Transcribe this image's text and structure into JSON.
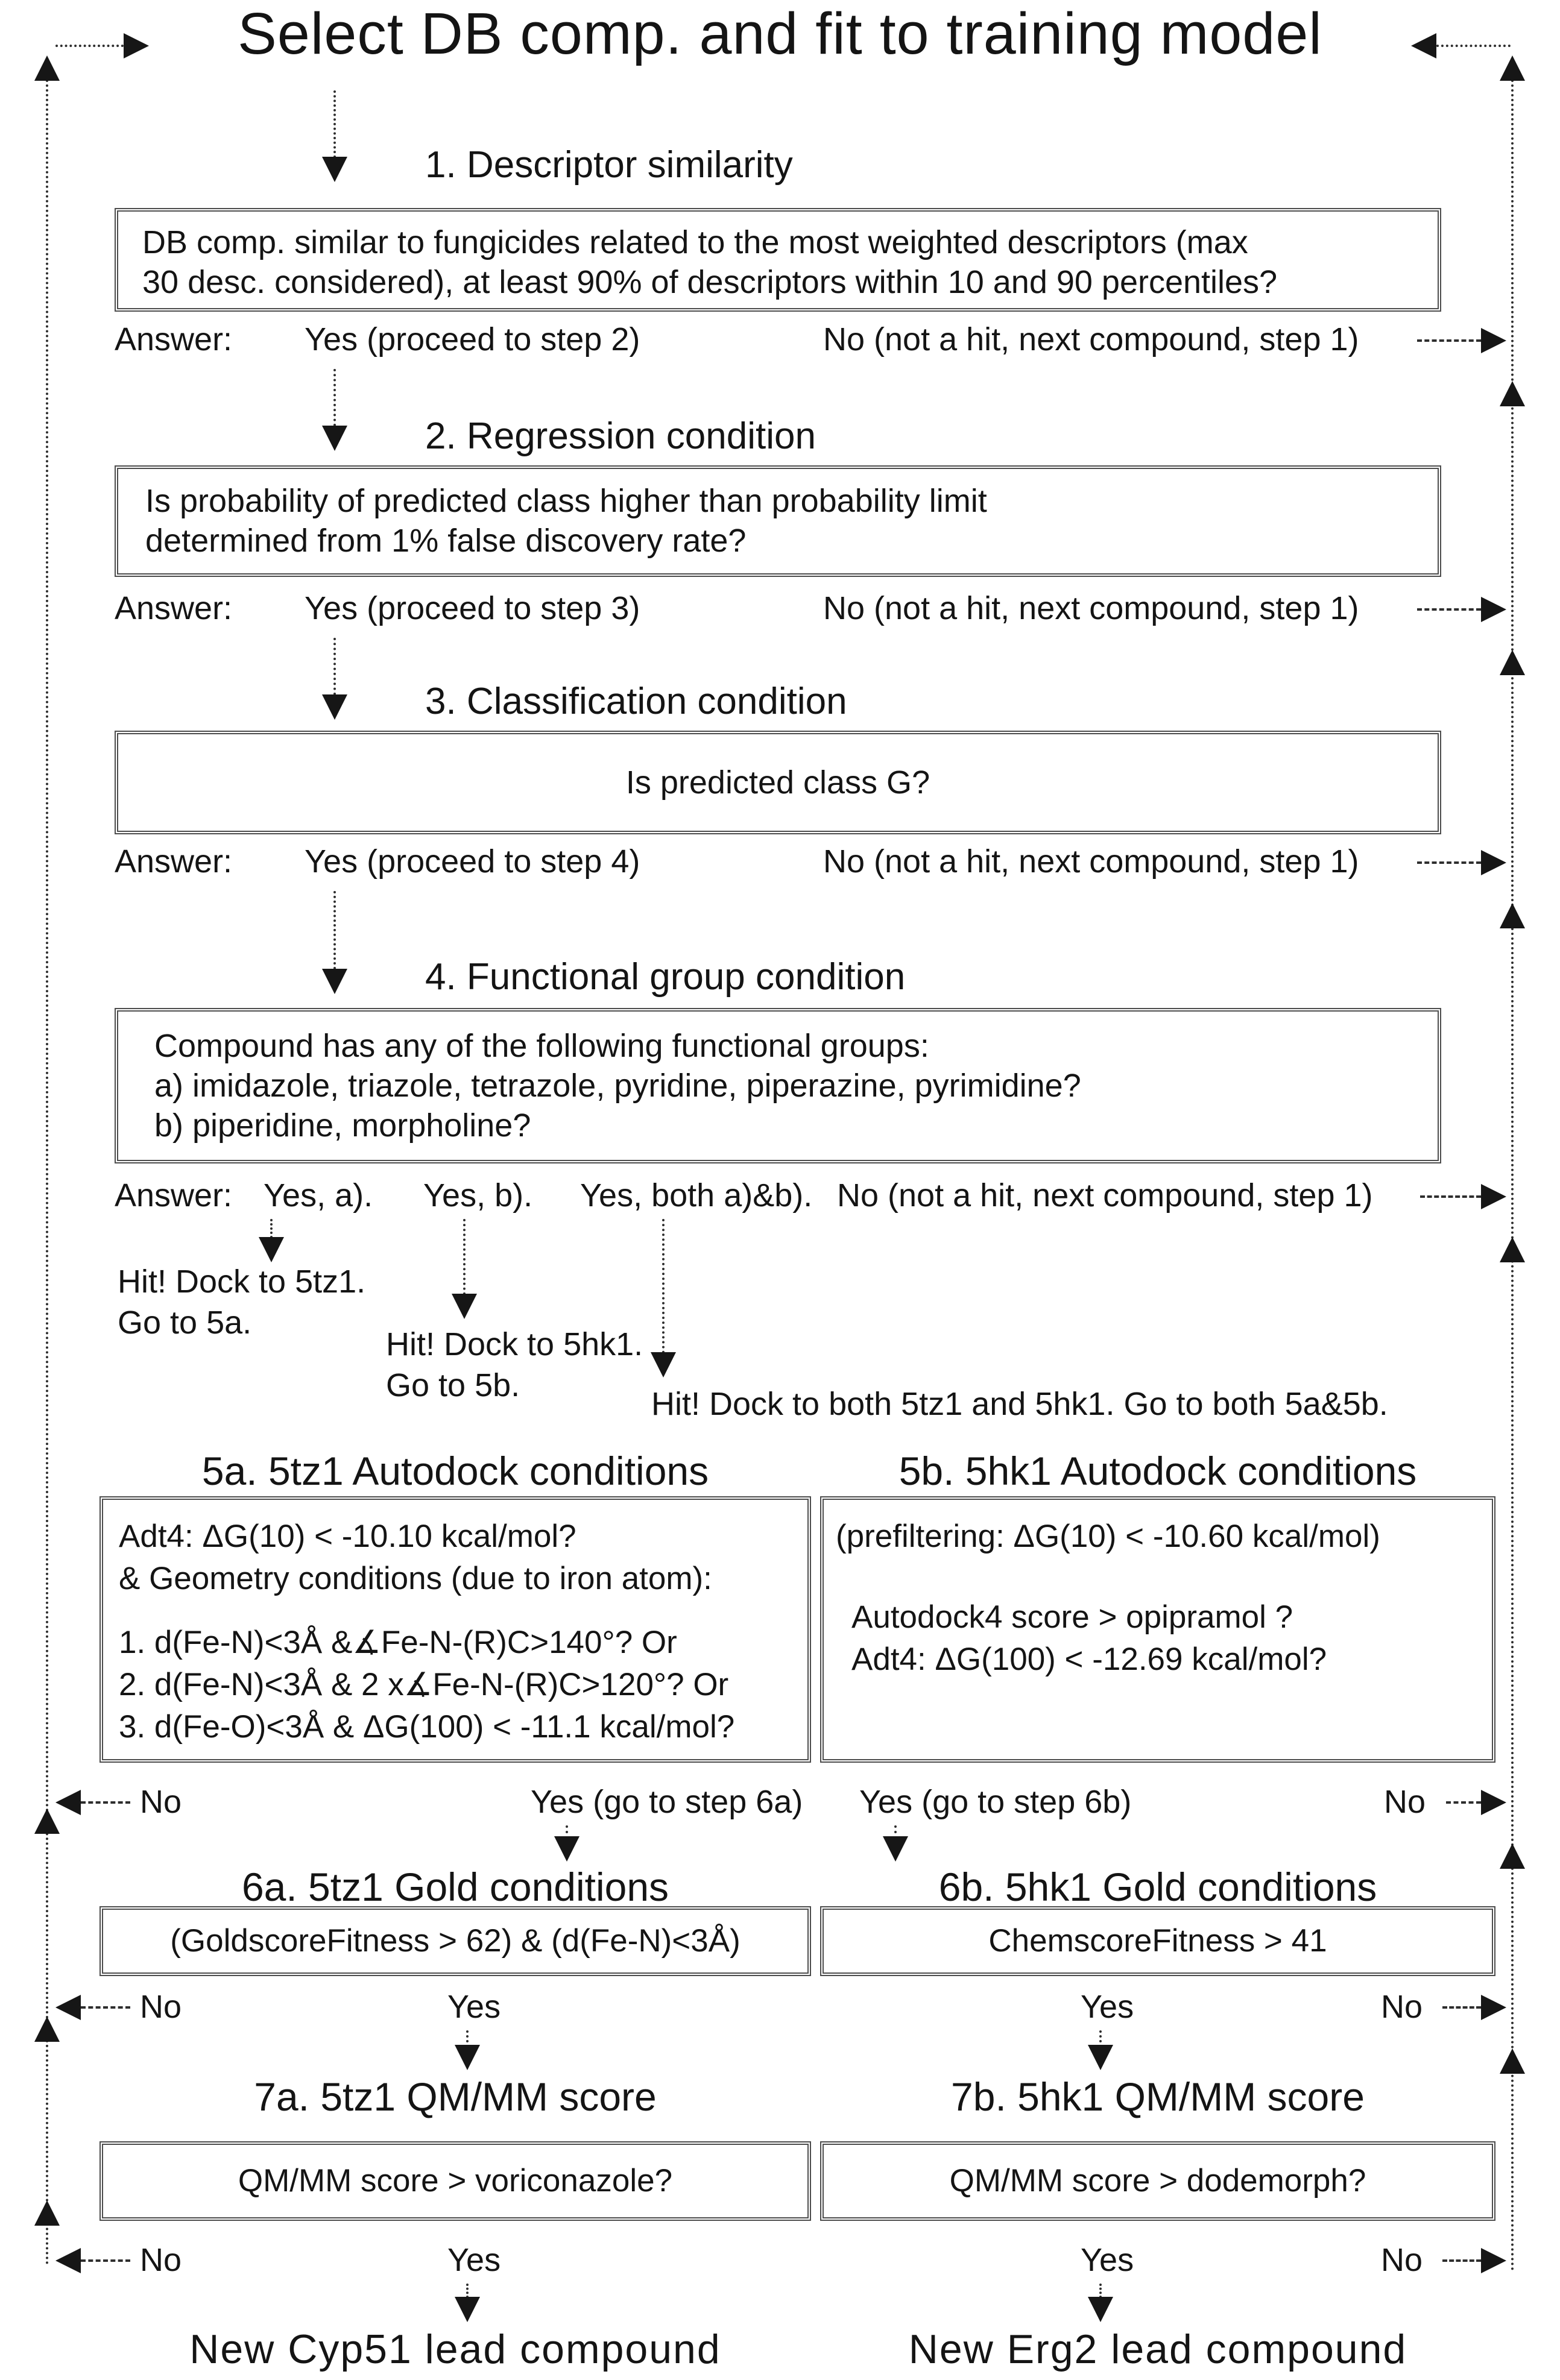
{
  "title": "Select DB comp. and fit to training model",
  "steps": [
    {
      "heading": "1. Descriptor similarity",
      "line1": "DB comp. similar to fungicides related to the most weighted descriptors (max",
      "line2": "30 desc. considered), at least 90% of descriptors within 10 and 90 percentiles?",
      "answer_label": "Answer:",
      "yes": "Yes (proceed to step 2)",
      "no": "No (not a hit, next compound, step 1)"
    },
    {
      "heading": "2. Regression condition",
      "line1": "Is probability of predicted class higher than probability limit",
      "line2": "determined from 1% false discovery rate?",
      "answer_label": "Answer:",
      "yes": "Yes (proceed to step 3)",
      "no": "No (not a hit, next compound, step 1)"
    },
    {
      "heading": "3. Classification condition",
      "line1": "Is predicted class G?",
      "answer_label": "Answer:",
      "yes": "Yes (proceed to step 4)",
      "no": "No (not a hit, next compound, step 1)"
    },
    {
      "heading": "4. Functional group condition",
      "line1": "Compound has any of the following functional groups:",
      "line2": "a) imidazole, triazole, tetrazole, pyridine, piperazine, pyrimidine?",
      "line3": "b) piperidine, morpholine?",
      "answer_label": "Answer:",
      "yes_a": "Yes, a).",
      "yes_b": "Yes, b).",
      "yes_ab": "Yes, both a)&b).",
      "no": "No (not a hit, next compound, step 1)"
    }
  ],
  "hits": {
    "a": {
      "line1": "Hit! Dock to 5tz1.",
      "line2": "Go to 5a."
    },
    "b": {
      "line1": "Hit! Dock to 5hk1.",
      "line2": "Go to 5b."
    },
    "ab": {
      "line1": "Hit! Dock to both 5tz1 and 5hk1. Go to both 5a&5b."
    }
  },
  "step5a": {
    "heading": "5a. 5tz1 Autodock conditions",
    "line1": "Adt4: ΔG(10) < -10.10 kcal/mol?",
    "line2": "& Geometry conditions (due to iron atom):",
    "line3": "1. d(Fe-N)<3Å &∡Fe-N-(R)C>140°? Or",
    "line4": "2. d(Fe-N)<3Å & 2 x∡Fe-N-(R)C>120°? Or",
    "line5": "3. d(Fe-O)<3Å & ΔG(100) < -11.1 kcal/mol?",
    "no": "No",
    "yes": "Yes (go to step 6a)"
  },
  "step5b": {
    "heading": "5b. 5hk1 Autodock conditions",
    "line1": "(prefiltering: ΔG(10) < -10.60 kcal/mol)",
    "line2": "Autodock4 score > opipramol ?",
    "line3": "Adt4: ΔG(100) < -12.69 kcal/mol?",
    "yes": "Yes (go to step 6b)",
    "no": "No"
  },
  "step6a": {
    "heading": "6a. 5tz1 Gold conditions",
    "condition": "(GoldscoreFitness > 62) & (d(Fe-N)<3Å)",
    "no": "No",
    "yes": "Yes"
  },
  "step6b": {
    "heading": "6b. 5hk1 Gold conditions",
    "condition": "ChemscoreFitness > 41",
    "yes": "Yes",
    "no": "No"
  },
  "step7a": {
    "heading": "7a. 5tz1 QM/MM score",
    "condition": "QM/MM score > voriconazole?",
    "no": "No",
    "yes": "Yes"
  },
  "step7b": {
    "heading": "7b. 5hk1 QM/MM score",
    "condition": "QM/MM score > dodemorph?",
    "yes": "Yes",
    "no": "No"
  },
  "results": {
    "left": "New Cyp51 lead compound",
    "right": "New Erg2 lead compound"
  }
}
